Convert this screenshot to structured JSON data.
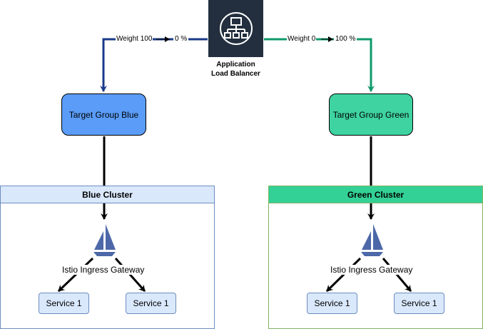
{
  "load_balancer": {
    "label_line1": "Application",
    "label_line2": "Load Balancer",
    "icon": "load-balancer-icon"
  },
  "blue_route": {
    "weight_label": "Weight 100",
    "percent_label": "0 %",
    "color": "#1a3a8a"
  },
  "green_route": {
    "weight_label": "Weight 0",
    "percent_label": "100 %",
    "color": "#0f9a6b"
  },
  "target_groups": {
    "blue": {
      "label": "Target Group Blue",
      "fill": "#5a9cf8"
    },
    "green": {
      "label": "Target Group Green",
      "fill": "#3ed3a0"
    }
  },
  "clusters": {
    "blue": {
      "title": "Blue Cluster",
      "header_fill": "#dae8fc",
      "gateway_label": "Istio Ingress Gateway",
      "services": [
        "Service 1",
        "Service 1"
      ]
    },
    "green": {
      "title": "Green Cluster",
      "header_fill": "#33d196",
      "gateway_label": "Istio Ingress Gateway",
      "services": [
        "Service 1",
        "Service 1"
      ]
    }
  }
}
